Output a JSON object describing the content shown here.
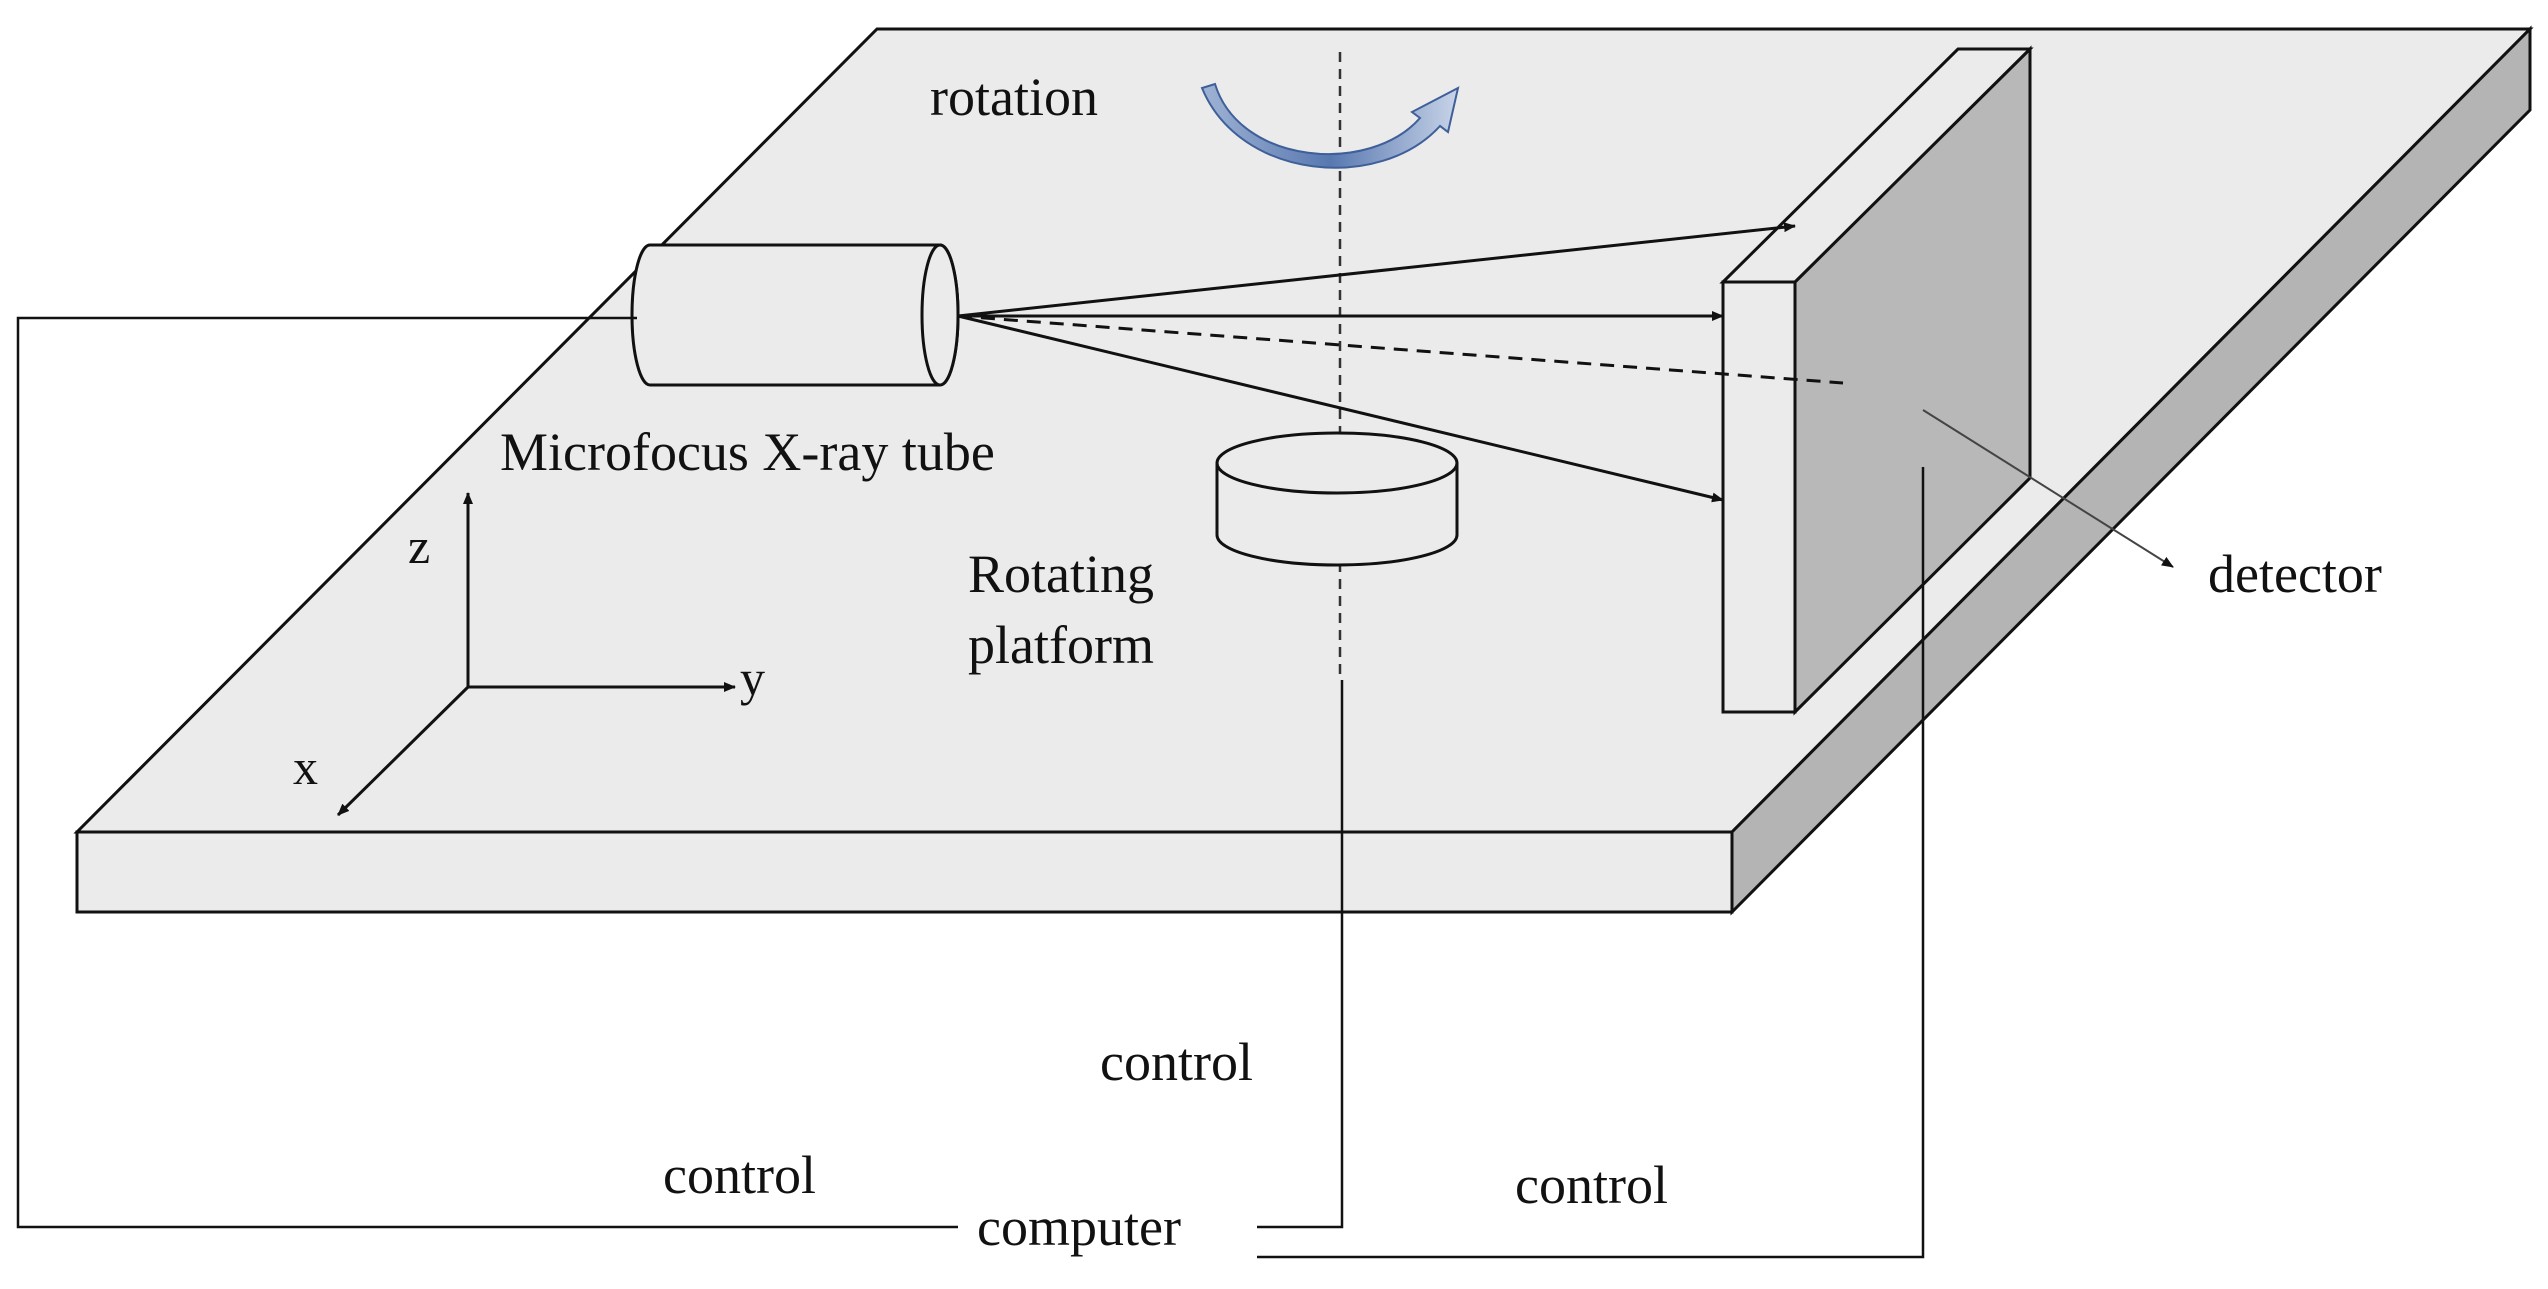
{
  "labels": {
    "rotation": "rotation",
    "xray_tube": "Microfocus X-ray tube",
    "platform_line1": "Rotating",
    "platform_line2": "platform",
    "detector": "detector",
    "axis_x": "x",
    "axis_y": "y",
    "axis_z": "z",
    "control_tube": "control",
    "control_platform": "control",
    "control_detector": "control",
    "computer": "computer"
  },
  "colors": {
    "table_top": "#ebebeb",
    "table_side": "#b4b4b4",
    "detector_front": "#b8b8b8",
    "detector_side": "#ebebeb",
    "cylinder": "#ebebeb",
    "rotation_arrow": "#4a6fa8",
    "line": "#111111"
  }
}
